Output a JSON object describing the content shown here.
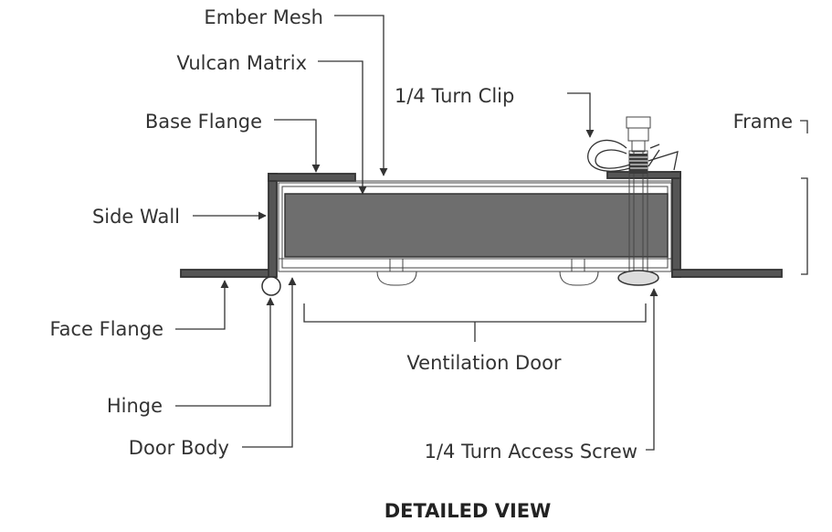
{
  "labels": {
    "ember_mesh": "Ember Mesh",
    "vulcan_matrix": "Vulcan Matrix",
    "base_flange": "Base Flange",
    "side_wall": "Side Wall",
    "face_flange": "Face Flange",
    "hinge": "Hinge",
    "door_body": "Door Body",
    "quarter_turn_clip": "1/4 Turn Clip",
    "frame": "Frame",
    "ventilation_door": "Ventilation Door",
    "quarter_turn_access_screw": "1/4 Turn Access Screw"
  },
  "title": "DETAILED VIEW",
  "colors": {
    "line": "#333333",
    "frame_fill": "#555555",
    "vulcan_matrix_fill": "#6e6e6e",
    "background": "#ffffff"
  }
}
